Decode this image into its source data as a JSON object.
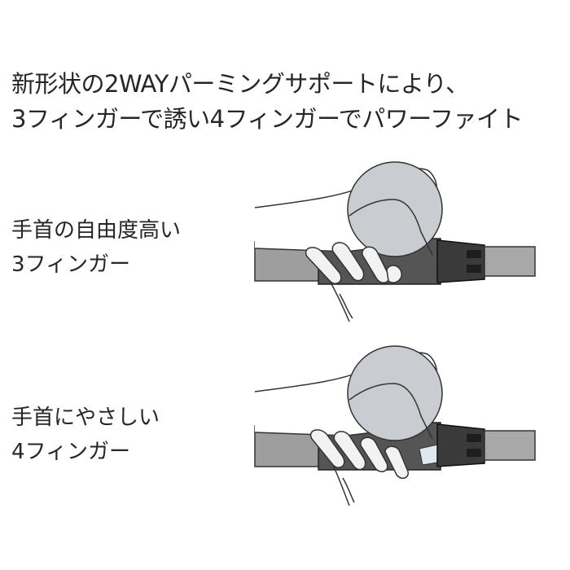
{
  "headline": {
    "line1": "新形状の2WAYパーミングサポートにより、",
    "line2": "3フィンガーで誘い4フィンガーでパワーファイト"
  },
  "sections": [
    {
      "line1": "手首の自由度高い",
      "line2": "3フィンガー"
    },
    {
      "line1": "手首にやさしい",
      "line2": "4フィンガー"
    }
  ]
}
